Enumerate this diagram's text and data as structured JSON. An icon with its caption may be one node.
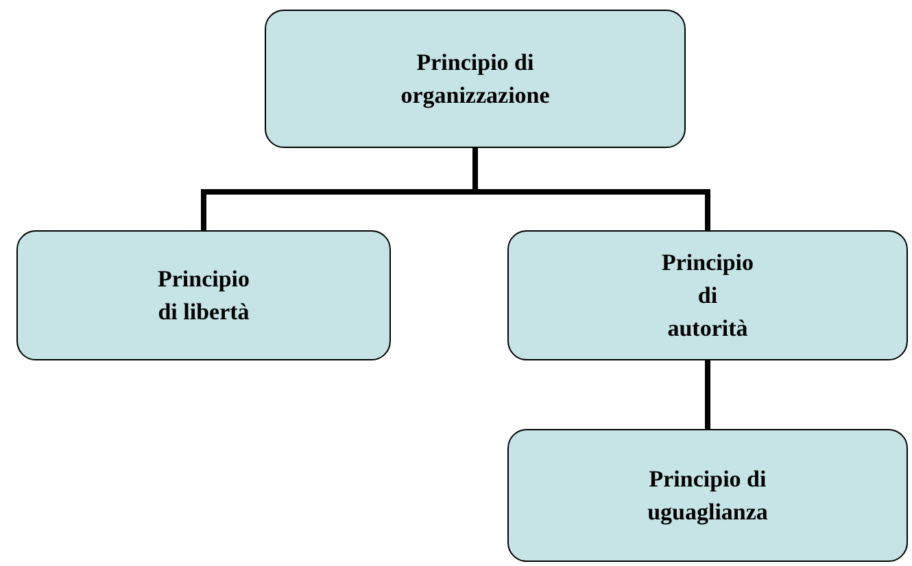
{
  "diagram": {
    "nodes": [
      {
        "text": [
          "Principio di organizzazione"
        ]
      },
      {
        "text": [
          "Principio di libertà"
        ]
      },
      {
        "text": [
          "Principio di autorità"
        ]
      },
      {
        "text": [
          "Principio di uguaglianza"
        ]
      }
    ],
    "edges": [
      {
        "from": 0,
        "to": 1,
        "arrow": "none"
      },
      {
        "from": 0,
        "to": 2,
        "arrow": "none"
      },
      {
        "from": 2,
        "to": 3,
        "arrow": "none"
      }
    ]
  }
}
